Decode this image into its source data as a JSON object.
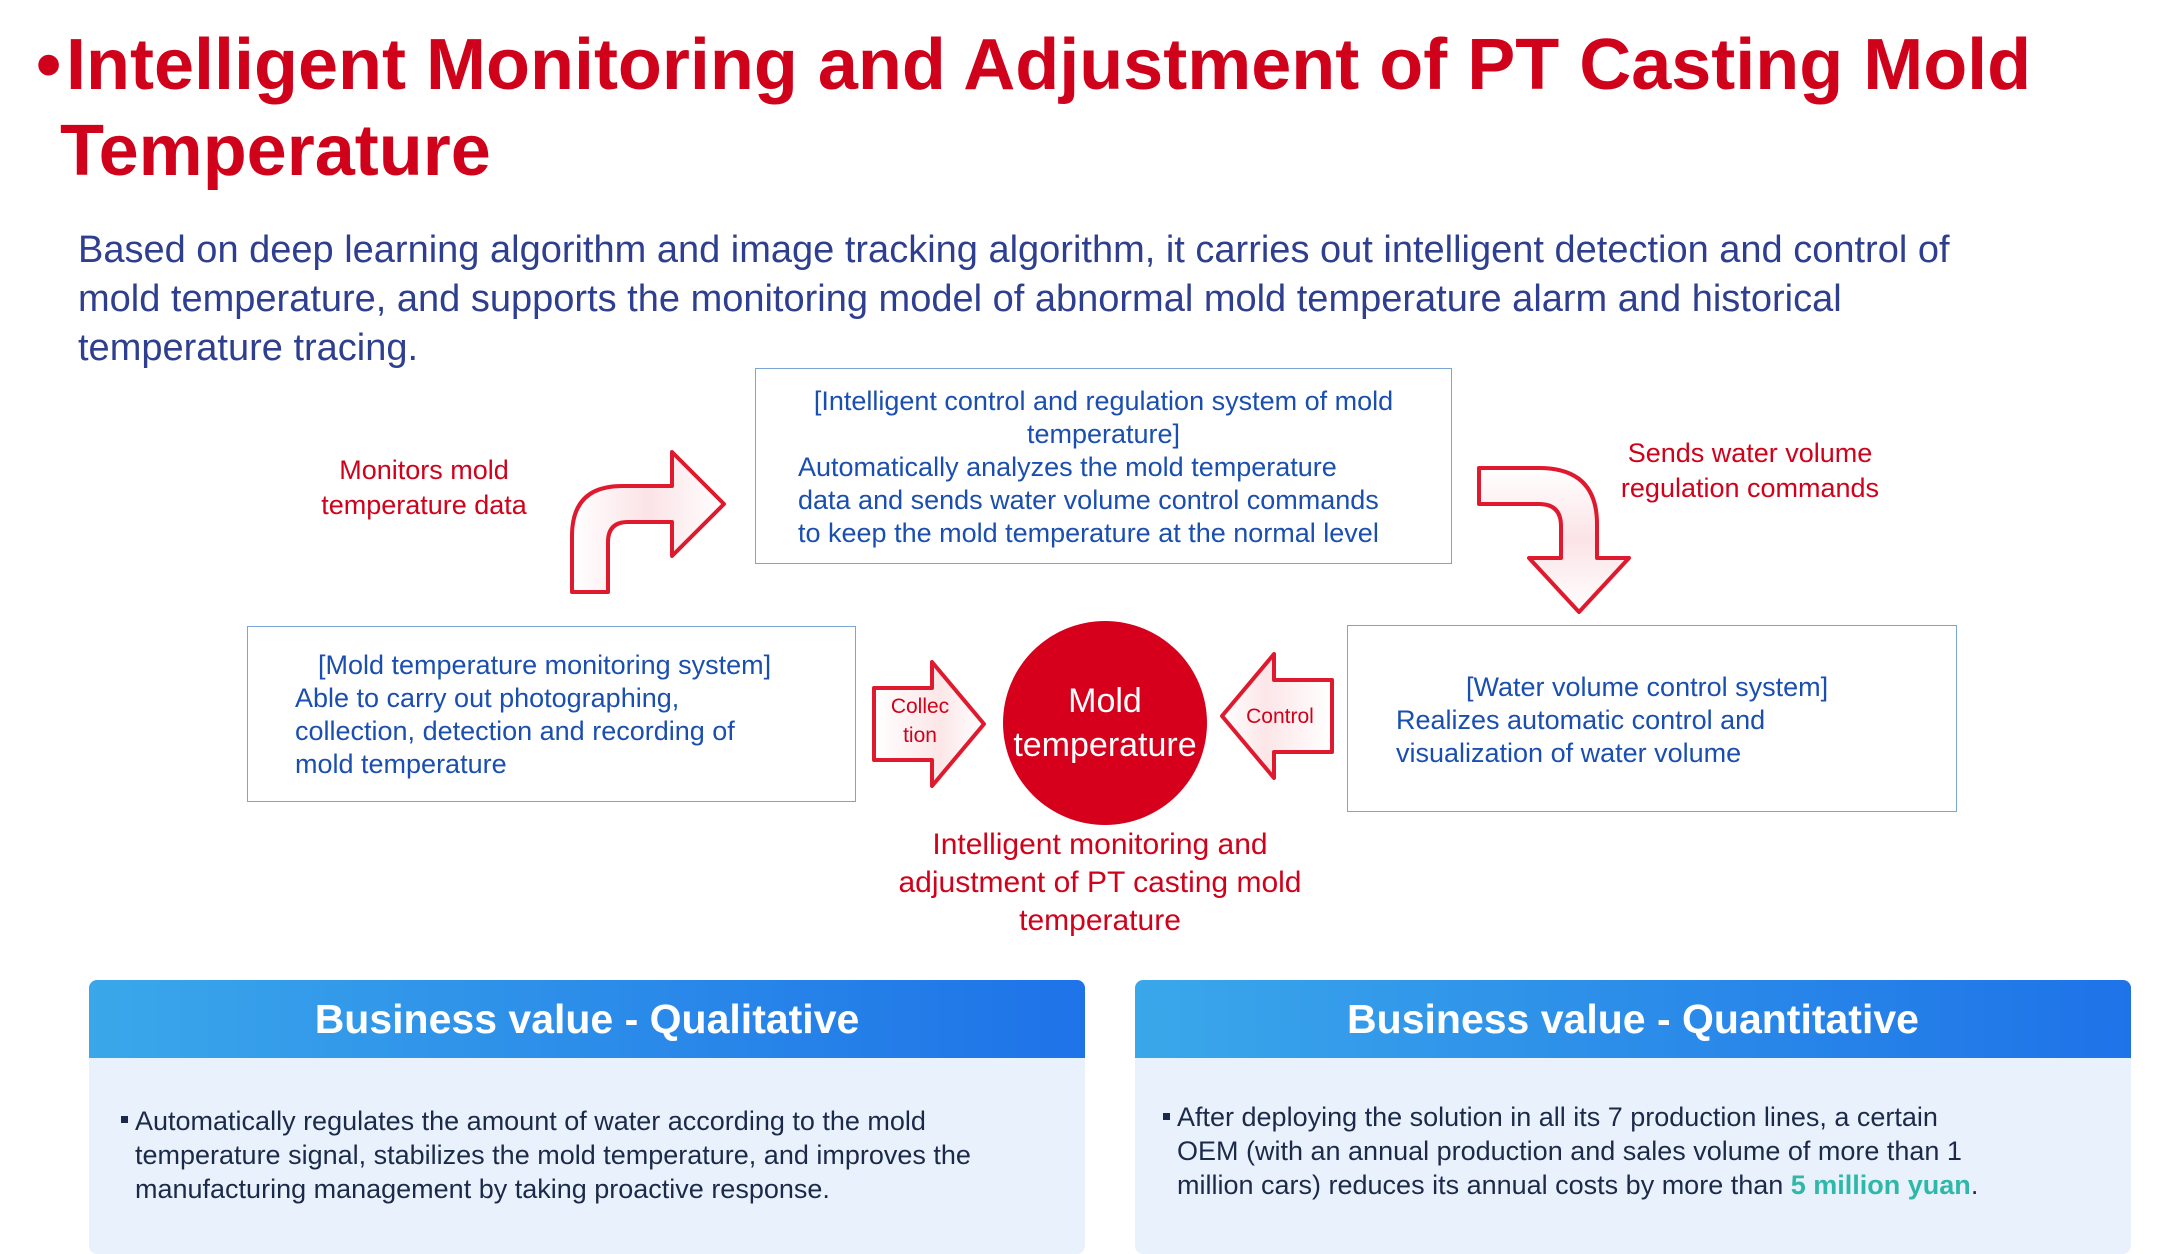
{
  "title": {
    "bullet": "•",
    "line1": "Intelligent Monitoring and Adjustment of PT Casting Mold",
    "line2": "Temperature"
  },
  "intro": {
    "line1": "Based on deep learning algorithm and image tracking algorithm, it carries out intelligent detection and control of",
    "line2": "mold temperature, and supports the monitoring model of abnormal mold temperature alarm and historical",
    "line3": "temperature tracing."
  },
  "diagram": {
    "center_box": {
      "head1": "[Intelligent control and regulation system of mold",
      "head2": "temperature]",
      "body1": "Automatically analyzes the mold temperature",
      "body2": "data and sends water volume control commands",
      "body3": "to keep the mold temperature at the normal level"
    },
    "left_box": {
      "head": "[Mold temperature monitoring system]",
      "body1": "Able to carry out photographing,",
      "body2": "collection, detection and recording of",
      "body3": "mold temperature"
    },
    "right_box": {
      "head": "[Water volume control system]",
      "body1": "Realizes automatic control and",
      "body2": "visualization of water volume"
    },
    "label_monitors": {
      "line1": "Monitors mold",
      "line2": "temperature data"
    },
    "label_sends": {
      "line1": "Sends water volume",
      "line2": "regulation commands"
    },
    "arrow_collection": {
      "line1": "Collec",
      "line2": "tion"
    },
    "arrow_control": "Control",
    "circle": {
      "line1": "Mold",
      "line2": "temperature"
    },
    "caption": {
      "line1": "Intelligent monitoring and",
      "line2": "adjustment of PT casting mold",
      "line3": "temperature"
    },
    "colors": {
      "red": "#d0021b",
      "blue_text": "#1a4fb0",
      "box_border": "#7aa6d6"
    }
  },
  "panels": {
    "qualitative": {
      "title": "Business value - Qualitative",
      "line1": "Automatically regulates the amount of water according to the mold",
      "line2": "temperature signal, stabilizes the mold temperature, and improves the",
      "line3": "manufacturing management by taking proactive response."
    },
    "quantitative": {
      "title": "Business value - Quantitative",
      "line1": "After deploying the solution in all its 7 production lines, a certain",
      "line2": "OEM (with an annual production and sales volume of more than 1",
      "line3_pre": "million cars) reduces its annual costs by more than ",
      "line3_hl": "5 million yuan",
      "line3_post": "."
    },
    "colors": {
      "header_start": "#3aa7ea",
      "header_end": "#1e73e8",
      "body_bg": "#e9f2fc",
      "highlight": "#2fb8a9"
    }
  }
}
